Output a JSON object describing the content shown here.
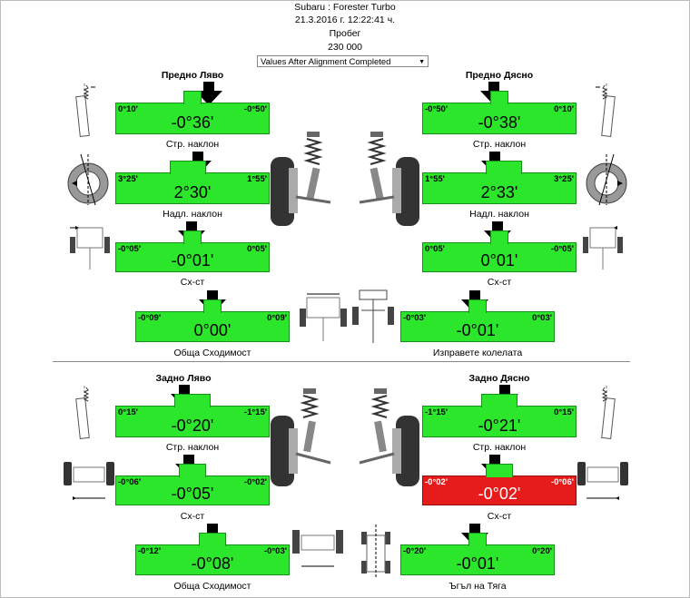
{
  "header": {
    "vehicle": "Subaru : Forester Turbo",
    "datetime": "21.3.2016 г. 12:22:41 ч.",
    "mileage_label": "Пробег",
    "mileage_value": "230 000",
    "view_select": "Values After Alignment Completed"
  },
  "front": {
    "left_title": "Предно Ляво",
    "right_title": "Предно Дясно",
    "camber_left": {
      "min": "0°10'",
      "max": "-0°50'",
      "value": "-0°36'",
      "label": "Стр. наклон",
      "status": "green"
    },
    "camber_right": {
      "min": "-0°50'",
      "max": "0°10'",
      "value": "-0°38'",
      "label": "Стр. наклон",
      "status": "green"
    },
    "caster_left": {
      "min": "3°25'",
      "max": "1°55'",
      "value": "2°30'",
      "label": "Надл. наклон",
      "status": "green"
    },
    "caster_right": {
      "min": "1°55'",
      "max": "3°25'",
      "value": "2°33'",
      "label": "Надл. наклон",
      "status": "green"
    },
    "toe_left": {
      "min": "-0°05'",
      "max": "0°05'",
      "value": "-0°01'",
      "label": "Сх-ст",
      "status": "green"
    },
    "toe_right": {
      "min": "0°05'",
      "max": "-0°05'",
      "value": "0°01'",
      "label": "Сх-ст",
      "status": "green"
    },
    "total_toe": {
      "min": "-0°09'",
      "max": "0°09'",
      "value": "0°00'",
      "label": "Обща Сходимост",
      "status": "green"
    },
    "steering": {
      "min": "-0°03'",
      "max": "0°03'",
      "value": "-0°01'",
      "label": "Изправете колелата",
      "status": "green"
    }
  },
  "rear": {
    "left_title": "Задно Ляво",
    "right_title": "Задно Дясно",
    "camber_left": {
      "min": "0°15'",
      "max": "-1°15'",
      "value": "-0°20'",
      "label": "Стр. наклон",
      "status": "green"
    },
    "camber_right": {
      "min": "-1°15'",
      "max": "0°15'",
      "value": "-0°21'",
      "label": "Стр. наклон",
      "status": "green"
    },
    "toe_left": {
      "min": "-0°06'",
      "max": "-0°02'",
      "value": "-0°05'",
      "label": "Сх-ст",
      "status": "green"
    },
    "toe_right": {
      "min": "-0°02'",
      "max": "-0°06'",
      "value": "-0°02'",
      "label": "Сх-ст",
      "status": "red"
    },
    "total_toe": {
      "min": "-0°12'",
      "max": "-0°03'",
      "value": "-0°08'",
      "label": "Обща Сходимост",
      "status": "green"
    },
    "thrust": {
      "min": "-0°20'",
      "max": "0°20'",
      "value": "-0°01'",
      "label": "Ъгъл на Тяга",
      "status": "green"
    }
  },
  "colors": {
    "ok": "#2ce62c",
    "out_of_spec": "#e61c1c"
  }
}
